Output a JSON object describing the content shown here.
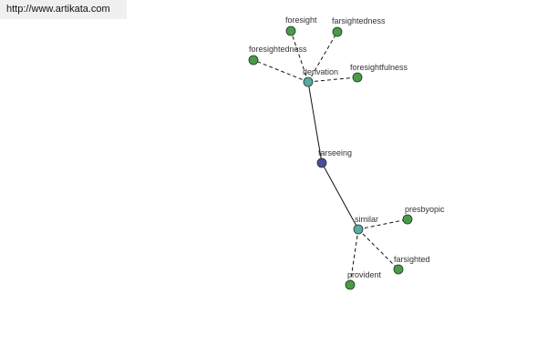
{
  "watermark": {
    "url": "http://www.artikata.com"
  },
  "colors": {
    "leaf": "#4a9a4a",
    "relation": "#5ba8a8",
    "center": "#4a4a9e",
    "outline": "#1a3a1a"
  },
  "nodes": {
    "farseeing": {
      "label": "farseeing",
      "kind": "center"
    },
    "derivation": {
      "label": "derivation",
      "kind": "relation"
    },
    "similar": {
      "label": "similar",
      "kind": "relation"
    },
    "foresight": {
      "label": "foresight",
      "kind": "leaf"
    },
    "farsightedness": {
      "label": "farsightedness",
      "kind": "leaf"
    },
    "foresightedness": {
      "label": "foresightedness",
      "kind": "leaf"
    },
    "foresightfulness": {
      "label": "foresightfulness",
      "kind": "leaf"
    },
    "presbyopic": {
      "label": "presbyopic",
      "kind": "leaf"
    },
    "farsighted": {
      "label": "farsighted",
      "kind": "leaf"
    },
    "provident": {
      "label": "provident",
      "kind": "leaf"
    }
  },
  "edges": [
    {
      "from": "farseeing",
      "to": "derivation",
      "style": "solid"
    },
    {
      "from": "farseeing",
      "to": "similar",
      "style": "solid"
    },
    {
      "from": "derivation",
      "to": "foresight",
      "style": "dashed"
    },
    {
      "from": "derivation",
      "to": "farsightedness",
      "style": "dashed"
    },
    {
      "from": "derivation",
      "to": "foresightedness",
      "style": "dashed"
    },
    {
      "from": "derivation",
      "to": "foresightfulness",
      "style": "dashed"
    },
    {
      "from": "similar",
      "to": "presbyopic",
      "style": "dashed"
    },
    {
      "from": "similar",
      "to": "farsighted",
      "style": "dashed"
    },
    {
      "from": "similar",
      "to": "provident",
      "style": "dashed"
    }
  ]
}
